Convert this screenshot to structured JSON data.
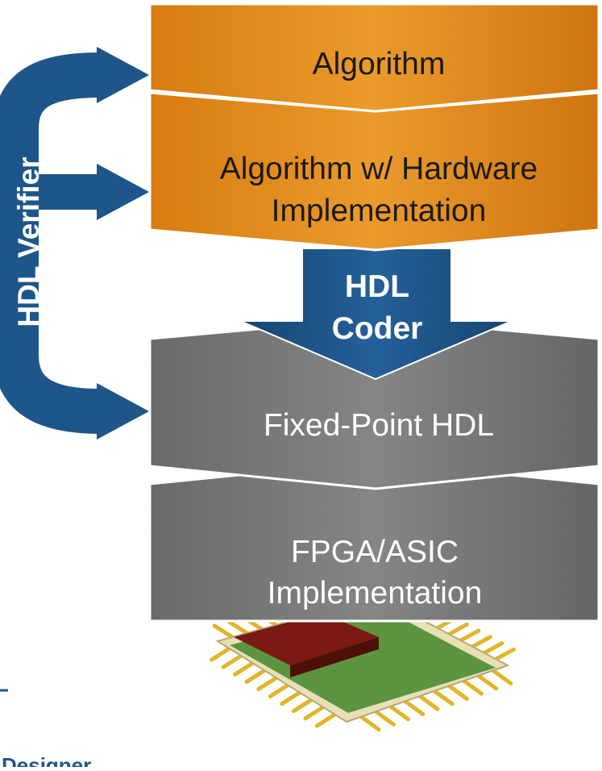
{
  "colors": {
    "orange": "#e58e1b",
    "orange_dark": "#b86b12",
    "gray": "#7a7a7a",
    "gray_dark": "#5a5a5a",
    "blue": "#1f5689",
    "chip_green": "#5c9440",
    "chip_red": "#7a1a12",
    "pin_gold": "#e4b428"
  },
  "stages": [
    {
      "lines": [
        "Algorithm"
      ]
    },
    {
      "lines": [
        "Algorithm w/ Hardware",
        "Implementation"
      ]
    },
    {
      "lines": [
        "Fixed-Point HDL"
      ]
    },
    {
      "lines": [
        "FPGA/ASIC",
        "Implementation"
      ]
    }
  ],
  "coder": {
    "lines": [
      "HDL",
      "Coder"
    ]
  },
  "verifier": {
    "label": "HDL Verifier"
  },
  "footer": {
    "partial_text": "Designer"
  },
  "icons": {
    "chip": "fpga-chip-icon"
  }
}
